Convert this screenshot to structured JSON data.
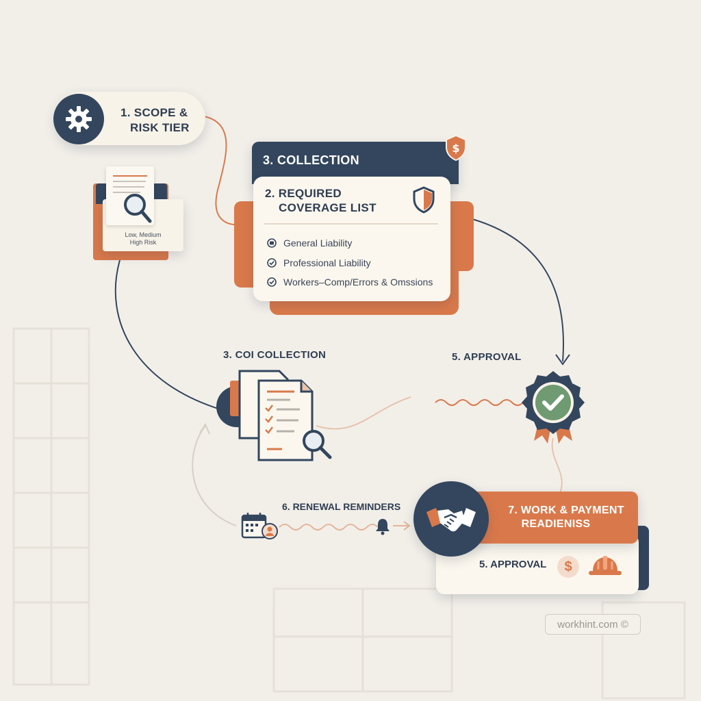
{
  "steps": {
    "scope": {
      "title": "1. SCOPE & RISK TIER",
      "line1": "1. SCOPE &",
      "line2": "RISK TIER",
      "risk_note_line1": "Low, Medium",
      "risk_note_line2": "High Risk"
    },
    "collection": {
      "title": "3. COLLECTION"
    },
    "required": {
      "line1": "2. REQUIRED",
      "line2": "COVERAGE LIST",
      "items": [
        "General Liability",
        "Professional Liability",
        "Workers–Comp/Errors & Omssions"
      ]
    },
    "coi": {
      "title": "3. COI COLLECTION"
    },
    "approval": {
      "title": "5. APPROVAL"
    },
    "renewal": {
      "title": "6. RENEWAL REMINDERS"
    },
    "work": {
      "line1": "7. WORK & PAYMENT",
      "line2": "READIENISS",
      "approval_label": "5. APPROVAL",
      "dollar_symbol": "$"
    }
  },
  "watermark": "workhint.com ©",
  "colors": {
    "navy": "#33465e",
    "orange": "#d9794b",
    "cream": "#fbf7ee",
    "green": "#6f9a72",
    "background": "#f2efe9"
  },
  "icons": [
    "gear-icon",
    "document-search-icon",
    "shield-dollar-icon",
    "shield-icon",
    "checklist-search-icon",
    "badge-check-icon",
    "calendar-icon",
    "bell-icon",
    "handshake-icon",
    "hard-hat-icon"
  ]
}
